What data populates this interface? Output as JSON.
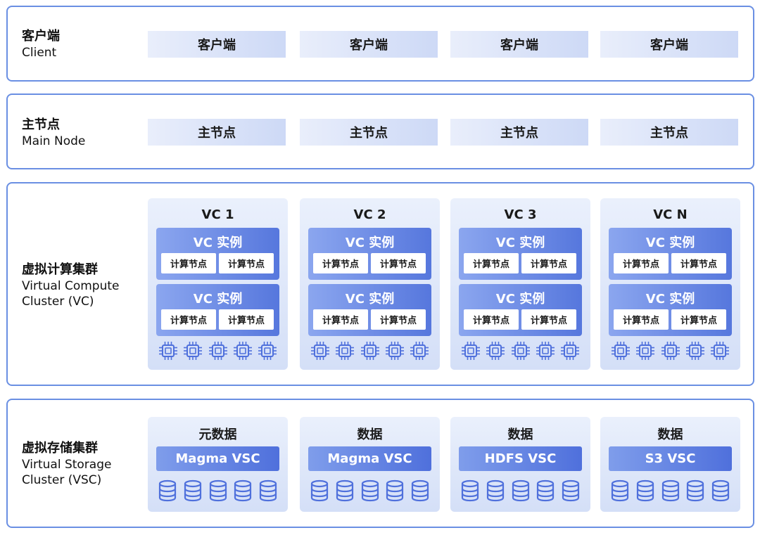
{
  "layers": {
    "client": {
      "title_zh": "客户端",
      "title_en": "Client",
      "items": [
        "客户端",
        "客户端",
        "客户端",
        "客户端"
      ]
    },
    "main_node": {
      "title_zh": "主节点",
      "title_en": "Main Node",
      "items": [
        "主节点",
        "主节点",
        "主节点",
        "主节点"
      ]
    },
    "vc": {
      "title_zh": "虚拟计算集群",
      "title_en_1": "Virtual Compute",
      "title_en_2": "Cluster (VC)",
      "clusters": [
        {
          "name": "VC 1",
          "instance_label": "VC 实例",
          "node_label": "计算节点"
        },
        {
          "name": "VC 2",
          "instance_label": "VC 实例",
          "node_label": "计算节点"
        },
        {
          "name": "VC 3",
          "instance_label": "VC 实例",
          "node_label": "计算节点"
        },
        {
          "name": "VC N",
          "instance_label": "VC 实例",
          "node_label": "计算节点"
        }
      ],
      "icon": "cpu-chip-icon"
    },
    "vsc": {
      "title_zh": "虚拟存储集群",
      "title_en_1": "Virtual Storage",
      "title_en_2": "Cluster (VSC)",
      "clusters": [
        {
          "title": "元数据",
          "label": "Magma VSC"
        },
        {
          "title": "数据",
          "label": "Magma VSC"
        },
        {
          "title": "数据",
          "label": "HDFS VSC"
        },
        {
          "title": "数据",
          "label": "S3 VSC"
        }
      ],
      "icon": "database-icon"
    }
  },
  "colors": {
    "border": "#6a8fe3",
    "accent": "#5677dd",
    "panel": "#dfe7f9"
  }
}
